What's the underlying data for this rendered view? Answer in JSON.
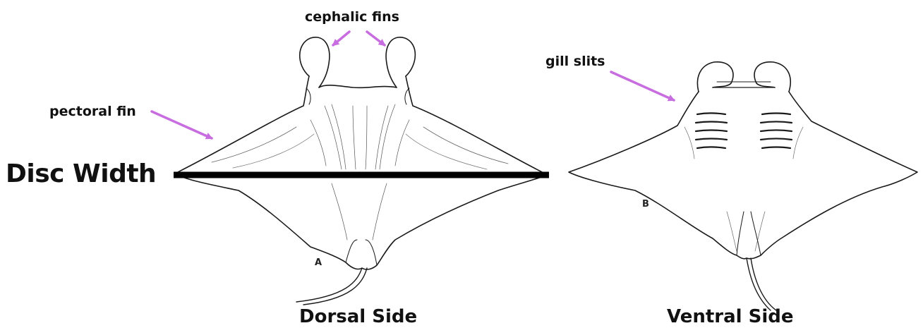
{
  "labels": {
    "cephalic_fins": "cephalic fins",
    "pectoral_fin": "pectoral fin",
    "gill_slits": "gill slits",
    "disc_width": "Disc Width",
    "dorsal_side": "Dorsal Side",
    "ventral_side": "Ventral Side",
    "figure_a": "A",
    "figure_b": "B"
  },
  "colors": {
    "arrow": "#c86de0",
    "measure_bar": "#000000",
    "outline": "#1a1a1a",
    "shading": "#555555"
  }
}
